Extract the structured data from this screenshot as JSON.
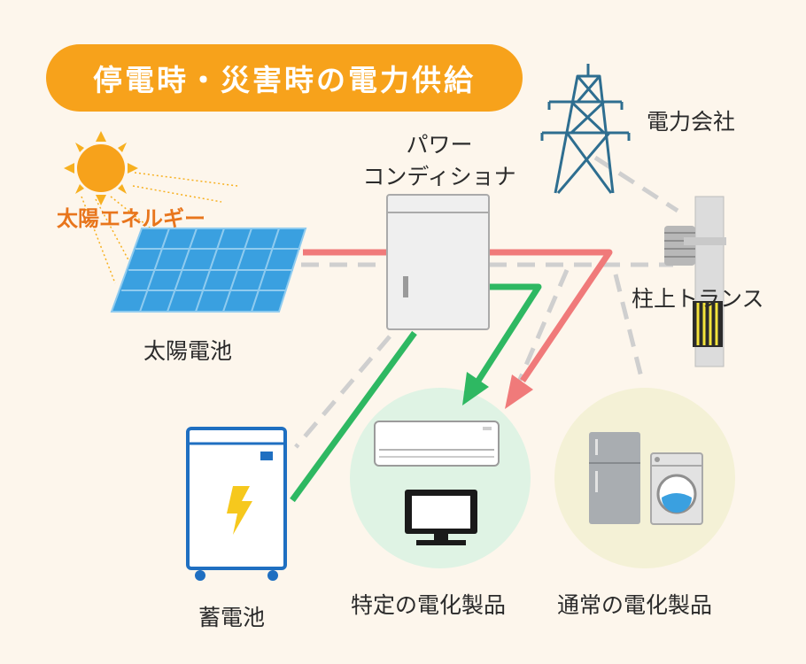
{
  "title": "停電時・災害時の電力供給",
  "labels": {
    "solar_energy": "太陽エネルギー",
    "solar_panel": "太陽電池",
    "power_conditioner_line1": "パワー",
    "power_conditioner_line2": "コンディショナ",
    "power_company": "電力会社",
    "pole_transformer": "柱上トランス",
    "storage_battery": "蓄電池",
    "specific_appliances": "特定の電化製品",
    "regular_appliances": "通常の電化製品"
  },
  "icons": {
    "sun": "sun-icon",
    "solar_panel": "solar-panel-icon",
    "power_conditioner": "power-conditioner-icon",
    "transmission_tower": "transmission-tower-icon",
    "pole_transformer": "pole-transformer-icon",
    "storage_battery": "storage-battery-icon",
    "air_conditioner": "air-conditioner-icon",
    "television": "television-icon",
    "refrigerator": "refrigerator-icon",
    "washing_machine": "washing-machine-icon",
    "lightning": "lightning-icon"
  },
  "colors": {
    "background": "#fdf6ec",
    "title_pill": "#f7a21b",
    "solar_energy_text": "#e8751c",
    "solar_line": "#f07a7a",
    "battery_line": "#2eb862",
    "grid_line": "#cfcfcf",
    "specific_circle": "#dff3e4",
    "regular_circle": "#f4f1d6"
  }
}
